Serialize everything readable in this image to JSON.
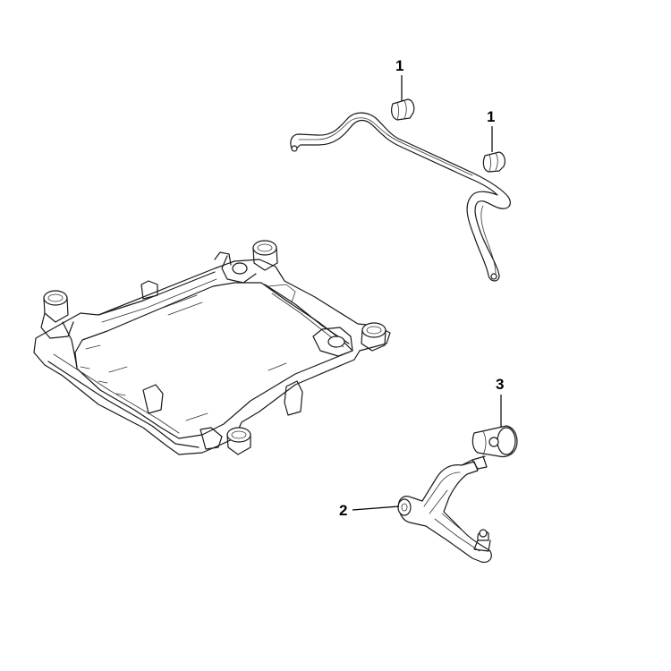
{
  "callouts": {
    "bushing_left": "1",
    "bushing_right": "1",
    "control_arm": "2",
    "arm_bushing": "3"
  },
  "colors": {
    "line": "#1a1a1a",
    "background": "#ffffff"
  }
}
